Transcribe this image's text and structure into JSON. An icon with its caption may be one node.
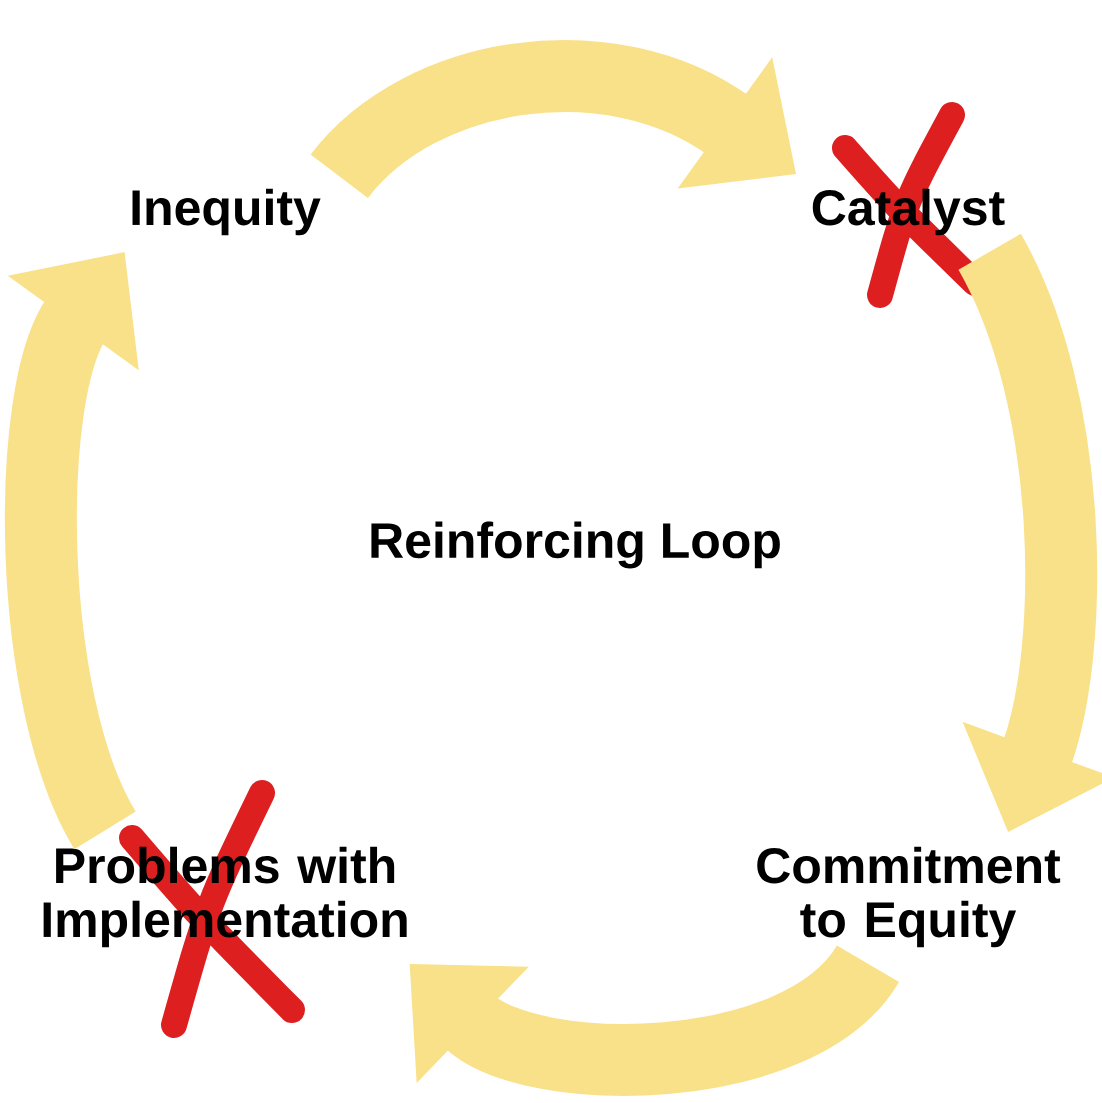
{
  "diagram": {
    "nodes": [
      {
        "text": [
          "Inequity"
        ]
      },
      {
        "text": [
          "Catalyst"
        ]
      },
      {
        "text": [
          "Commitment to Equity"
        ]
      },
      {
        "text": [
          "Problems with Implementation"
        ]
      }
    ],
    "edges": [
      {
        "from": 0,
        "to": 1,
        "arrow": "to"
      },
      {
        "from": 1,
        "to": 2,
        "arrow": "to"
      },
      {
        "from": 2,
        "to": 3,
        "arrow": "to"
      },
      {
        "from": 3,
        "to": 0,
        "arrow": "to"
      }
    ],
    "labels": [
      "Reinforcing Loop"
    ]
  }
}
